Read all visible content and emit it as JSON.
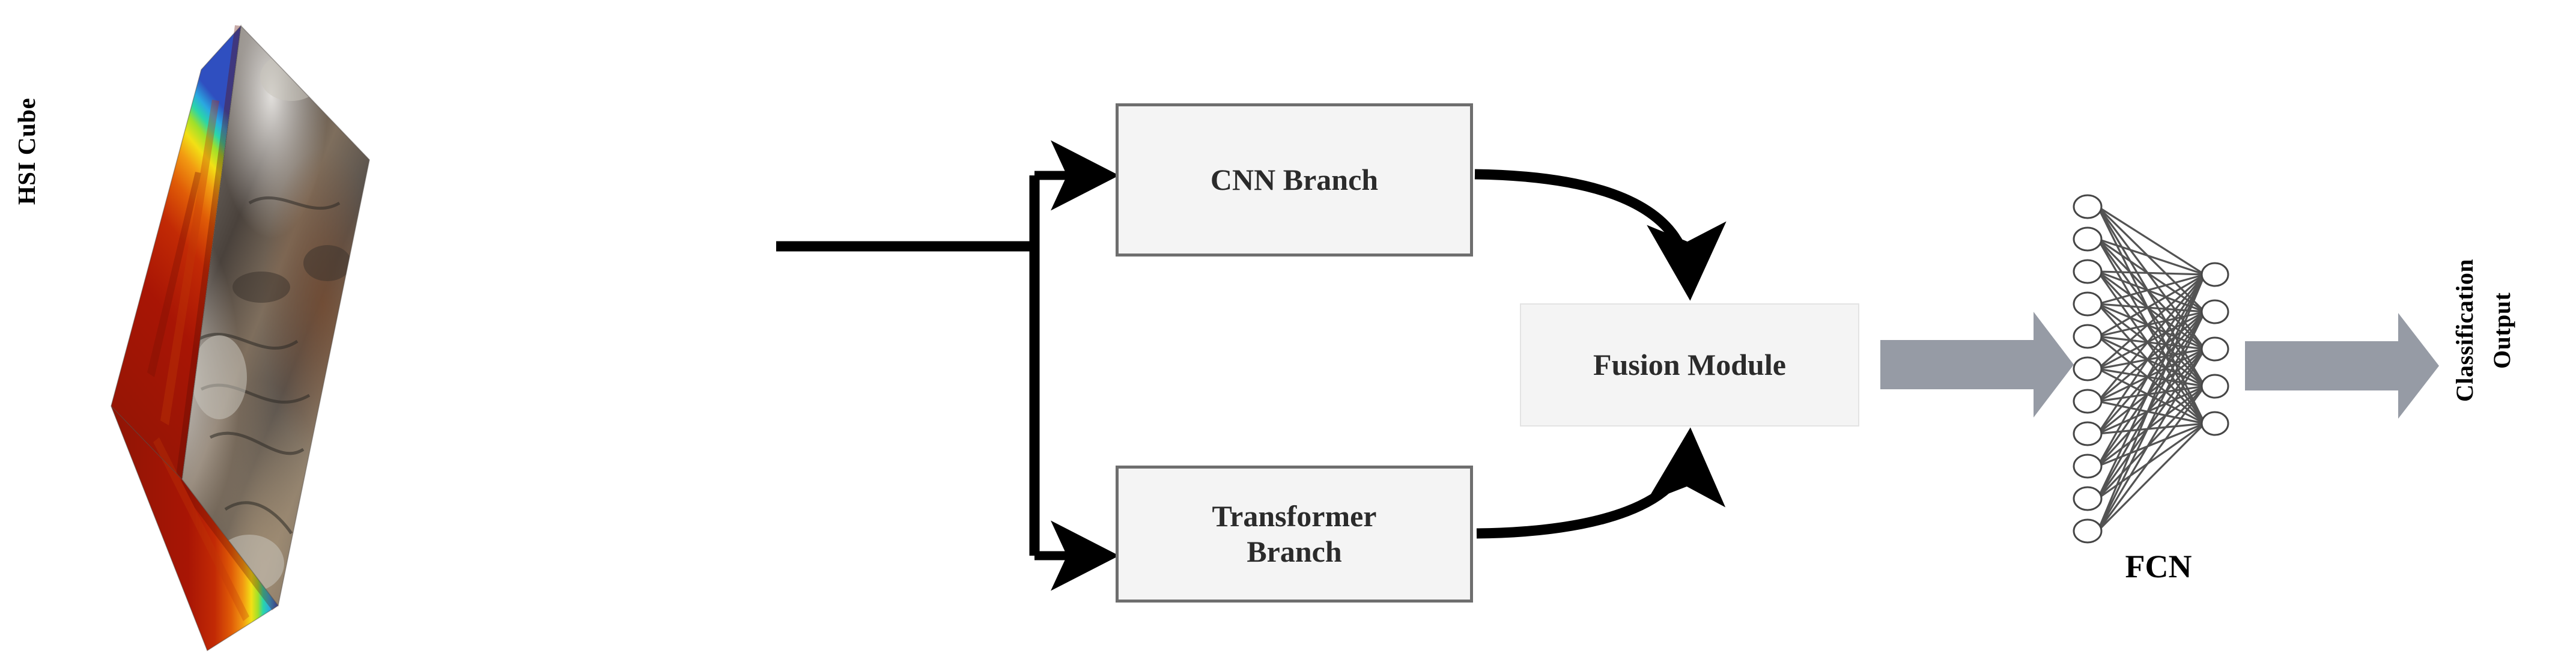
{
  "diagram": {
    "title": "HSI dual-branch CNN-Transformer fusion classification architecture",
    "background_color": "#ffffff"
  },
  "input": {
    "label": "HSI Cube",
    "icon": "hyperspectral-cube-icon",
    "description": "Rotated hyperspectral data cube with RGB top face and spectral side faces"
  },
  "branches": [
    {
      "id": "cnn",
      "label": "CNN Branch"
    },
    {
      "id": "transformer",
      "label": "Transformer Branch",
      "line1": "Transformer",
      "line2": "Branch"
    }
  ],
  "fusion": {
    "label": "Fusion Module"
  },
  "fcn": {
    "label": "FCN",
    "input_nodes": 11,
    "output_nodes": 5
  },
  "output": {
    "line1": "Classification",
    "line2": "Output"
  },
  "colors": {
    "box_fill": "#f4f4f4",
    "box_border": "#6e6e6e",
    "fusion_border": "#e3e3e3",
    "block_arrow": "#969ba5",
    "connector": "#000000",
    "node_stroke": "#3d3d3d",
    "text": "#2b2b2b",
    "label_text": "#000000"
  },
  "connectors": [
    {
      "from": "hsi-cube",
      "to": "splitter",
      "type": "straight-line"
    },
    {
      "from": "splitter",
      "to": "cnn-branch",
      "type": "elbow-arrow"
    },
    {
      "from": "splitter",
      "to": "transformer-branch",
      "type": "elbow-arrow"
    },
    {
      "from": "cnn-branch",
      "to": "fusion-module",
      "type": "curved-arrow"
    },
    {
      "from": "transformer-branch",
      "to": "fusion-module",
      "type": "curved-arrow"
    },
    {
      "from": "fusion-module",
      "to": "fcn",
      "type": "block-arrow"
    },
    {
      "from": "fcn",
      "to": "classification-output",
      "type": "block-arrow"
    }
  ]
}
